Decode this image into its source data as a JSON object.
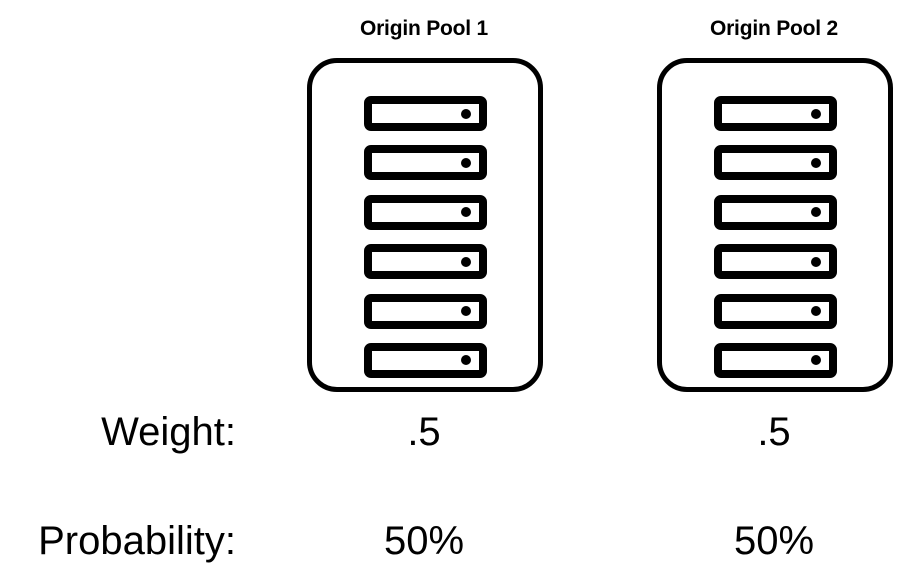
{
  "diagram": {
    "background_color": "#ffffff",
    "stroke_color": "#000000",
    "pools": [
      {
        "title": "Origin Pool 1",
        "server_count": 6,
        "server_icon": "server-unit-icon",
        "led_icon": "status-led-icon",
        "weight": ".5",
        "probability": "50%"
      },
      {
        "title": "Origin Pool 2",
        "server_count": 6,
        "server_icon": "server-unit-icon",
        "led_icon": "status-led-icon",
        "weight": ".5",
        "probability": "50%"
      }
    ],
    "rows": [
      {
        "label": "Weight:"
      },
      {
        "label": "Probability:"
      }
    ]
  }
}
